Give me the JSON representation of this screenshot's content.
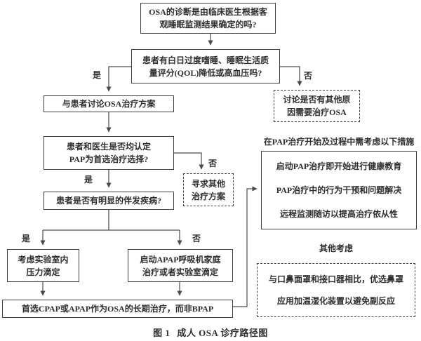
{
  "colors": {
    "border": "#3f3f3f",
    "text": "#2e2e2e",
    "line": "#4a4a4a",
    "background": "#ffffff"
  },
  "nodes": {
    "q_diagnosis": "OSA的诊断是由临床医生根据客\n观睡眠监测结果确定的吗?",
    "q_symptoms": "患者有白日过度嗜睡、睡眠生活质\n量评分(QOL)降低或高血压吗?",
    "discuss_plan": "与患者讨论OSA治疗方案",
    "q_pap_first": "患者和医生是否均认定\nPAP为首选治疗选择?",
    "seek_other": "寻求其他\n治疗方案",
    "q_comorbidity": "患者是否有明显的伴发疾病?",
    "lab_titration": "考虑实验室内\n压力滴定",
    "apap_home": "启动APAP呼吸机家庭\n治疗或者实验室滴定",
    "cpap_longterm": "首选CPAP或APAP作为OSA的长期治疗，而非BPAP",
    "other_reasons": "讨论是否有其他原\n因需要治疗OSA",
    "pap_measures": "启动PAP治疗即开始进行健康教育\nPAP治疗中的行为干预和问题解决\n远程监测随访以提高治疗依从性",
    "other_considerations": "与口鼻面罩和接口器相比，优选鼻罩\n应用加温湿化装置以避免副反应"
  },
  "section_titles": {
    "pap_measures": "在PAP治疗开始及过程中需考虑以下措施",
    "other": "其他考虑"
  },
  "branch_labels": {
    "yes": "是",
    "no": "否"
  },
  "caption": {
    "prefix": "图 1",
    "title": "成人 OSA 诊疗路径图"
  }
}
